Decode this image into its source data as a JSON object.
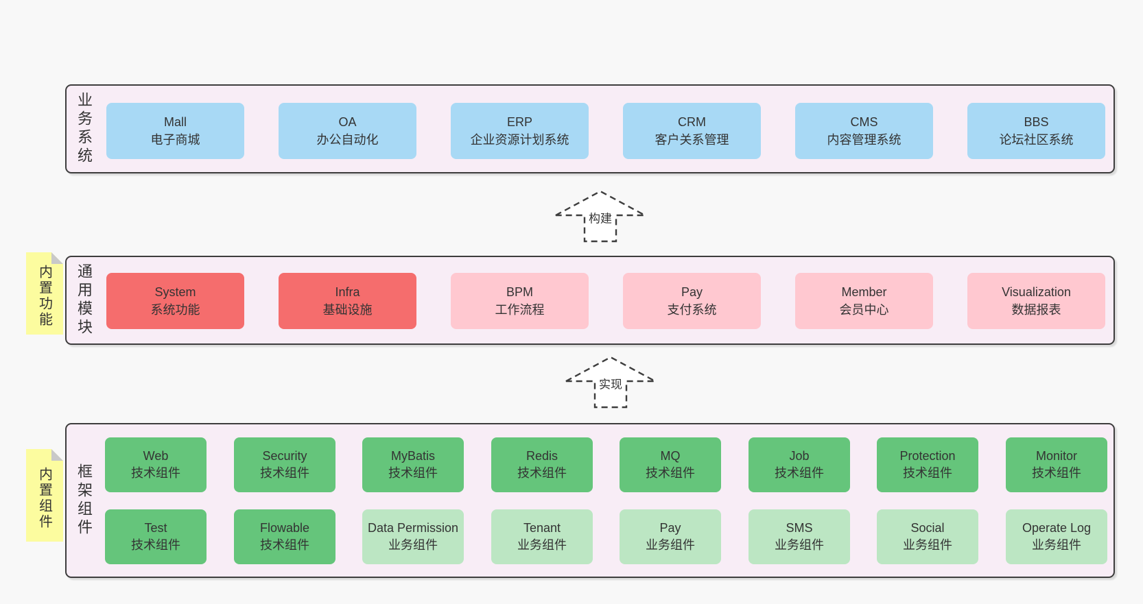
{
  "layers": {
    "business": {
      "label": "业务系统",
      "boxes": [
        {
          "name": "Mall",
          "desc": "电子商城"
        },
        {
          "name": "OA",
          "desc": "办公自动化"
        },
        {
          "name": "ERP",
          "desc": "企业资源计划系统"
        },
        {
          "name": "CRM",
          "desc": "客户关系管理"
        },
        {
          "name": "CMS",
          "desc": "内容管理系统"
        },
        {
          "name": "BBS",
          "desc": "论坛社区系统"
        }
      ]
    },
    "modules": {
      "label": "通用模块",
      "sticky": "内置功能",
      "boxes": [
        {
          "name": "System",
          "desc": "系统功能"
        },
        {
          "name": "Infra",
          "desc": "基础设施"
        },
        {
          "name": "BPM",
          "desc": "工作流程"
        },
        {
          "name": "Pay",
          "desc": "支付系统"
        },
        {
          "name": "Member",
          "desc": "会员中心"
        },
        {
          "name": "Visualization",
          "desc": "数据报表"
        }
      ]
    },
    "components": {
      "label": "框架组件",
      "sticky": "内置组件",
      "row1": [
        {
          "name": "Web",
          "desc": "技术组件"
        },
        {
          "name": "Security",
          "desc": "技术组件"
        },
        {
          "name": "MyBatis",
          "desc": "技术组件"
        },
        {
          "name": "Redis",
          "desc": "技术组件"
        },
        {
          "name": "MQ",
          "desc": "技术组件"
        },
        {
          "name": "Job",
          "desc": "技术组件"
        },
        {
          "name": "Protection",
          "desc": "技术组件"
        },
        {
          "name": "Monitor",
          "desc": "技术组件"
        }
      ],
      "row2": [
        {
          "name": "Test",
          "desc": "技术组件"
        },
        {
          "name": "Flowable",
          "desc": "技术组件"
        },
        {
          "name": "Data Permission",
          "desc": "业务组件"
        },
        {
          "name": "Tenant",
          "desc": "业务组件"
        },
        {
          "name": "Pay",
          "desc": "业务组件"
        },
        {
          "name": "SMS",
          "desc": "业务组件"
        },
        {
          "name": "Social",
          "desc": "业务组件"
        },
        {
          "name": "Operate Log",
          "desc": "业务组件"
        }
      ]
    }
  },
  "arrows": {
    "build": "构建",
    "implement": "实现"
  },
  "colors": {
    "page_bg": "#f8f8f8",
    "panel_bg": "#f8edf6",
    "panel_border": "#3d3d3d",
    "blue": "#a8d9f5",
    "red": "#f56d6d",
    "pink": "#ffc8d0",
    "green": "#65c57b",
    "light_green": "#bce6c3",
    "sticky_yellow": "#fcfc9f"
  }
}
